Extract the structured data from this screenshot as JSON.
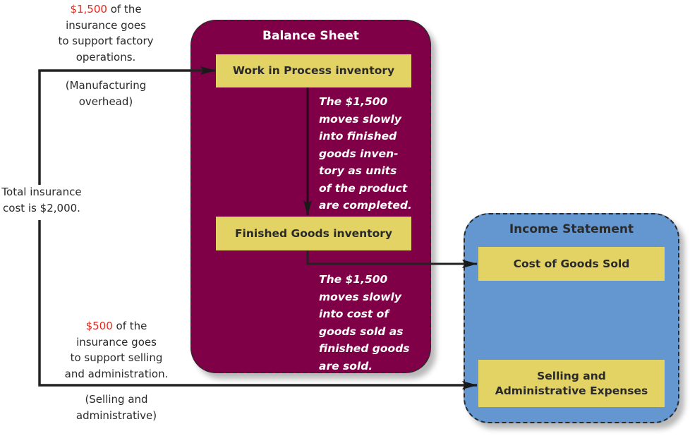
{
  "colors": {
    "balance_sheet_fill": "#800048",
    "income_statement_fill": "#6497d0",
    "account_box_fill": "#e3d264",
    "highlight_amount": "#e42a1f",
    "line": "#222222"
  },
  "left_annotations": {
    "factory": {
      "amount": "$1,500",
      "text_after_amount": " of the",
      "rest": "insurance goes\nto support factory\noperations."
    },
    "manufacturing_overhead": "(Manufacturing\noverhead)",
    "total": "Total insurance\ncost is $2,000.",
    "selling": {
      "amount": "$500",
      "text_after_amount": " of the",
      "rest": "insurance goes\nto support selling\nand administration."
    },
    "selling_admin": "(Selling and\nadministrative)"
  },
  "balance_sheet": {
    "title": "Balance Sheet",
    "work_in_process": "Work in Process inventory",
    "finished_goods": "Finished Goods inventory",
    "note_wip_to_fg": "The $1,500\nmoves slowly\ninto finished\ngoods inven-\ntory as units\nof the product\nare completed.",
    "note_fg_to_cogs": "The $1,500\nmoves slowly\ninto cost of\ngoods sold as\nfinished goods\nare sold."
  },
  "income_statement": {
    "title": "Income Statement",
    "cogs": "Cost of Goods Sold",
    "selling_admin_line1": "Selling and",
    "selling_admin_line2": "Administrative Expenses"
  }
}
